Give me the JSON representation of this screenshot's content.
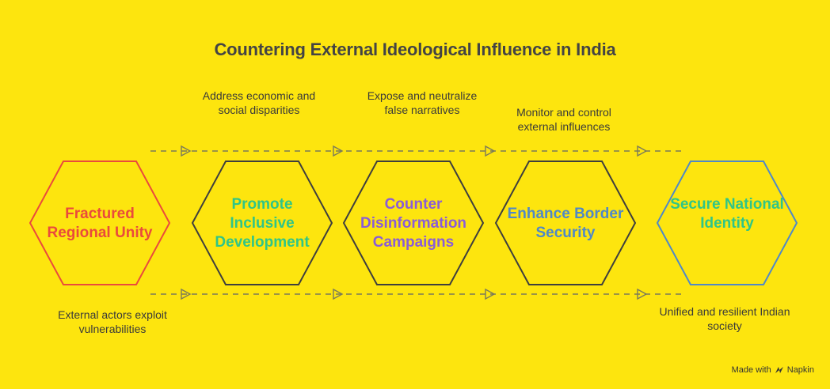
{
  "title": "Countering External Ideological Influence in India",
  "steps": [
    {
      "label": "Fractured Regional Unity",
      "color": "#EA4A3C"
    },
    {
      "label": "Promote Inclusive Development",
      "color": "#2FC588"
    },
    {
      "label": "Counter Disinformation Campaigns",
      "color": "#8A5CD8"
    },
    {
      "label": "Enhance Border Security",
      "color": "#4F88C8"
    },
    {
      "label": "Secure National Identity",
      "color": "#2FC588"
    }
  ],
  "notes": {
    "top": [
      "Address economic and social disparities",
      "Expose and neutralize false narratives",
      "Monitor and control external influences"
    ],
    "bottom_left": "External actors exploit vulnerabilities",
    "bottom_right": "Unified and resilient Indian society"
  },
  "footer": {
    "made_with": "Made with",
    "brand": "Napkin"
  },
  "line_color": "#7A7A5A",
  "outline_color": "#3E3E3E"
}
